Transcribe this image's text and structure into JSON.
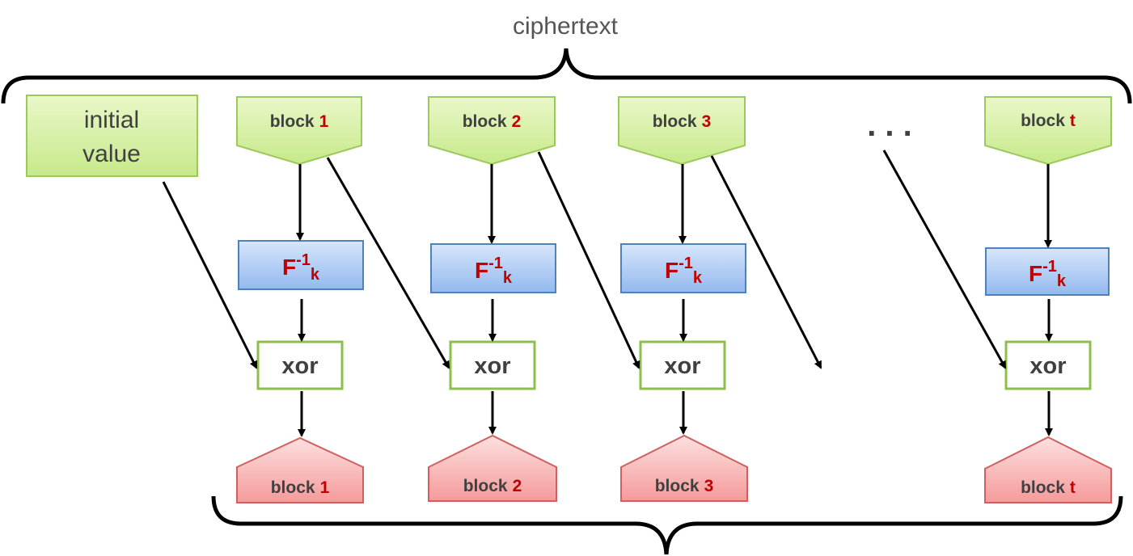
{
  "title": "ciphertext",
  "iv_label_line1": "initial",
  "iv_label_line2": "value",
  "ellipsis": ". . .",
  "block_word": "block",
  "xor_label": "xor",
  "func": {
    "base": "F",
    "sup": "-1",
    "sub": "k"
  },
  "ciphertext_blocks": [
    "1",
    "2",
    "3",
    "t"
  ],
  "plaintext_blocks": [
    "1",
    "2",
    "3",
    "t"
  ],
  "colors": {
    "green_fill_top": "#eaf7c8",
    "green_fill_bottom": "#c6e98a",
    "green_stroke": "#9bc95a",
    "blue_fill_top": "#d7e6fb",
    "blue_fill_bottom": "#93b9ee",
    "blue_stroke": "#4f81bd",
    "red_fill_top": "#fde0e0",
    "red_fill_bottom": "#f59a9a",
    "red_stroke": "#d06060",
    "xor_stroke": "#8cc04a",
    "accent_red": "#c00000",
    "text_dark": "#404040",
    "text_gray": "#555555"
  }
}
